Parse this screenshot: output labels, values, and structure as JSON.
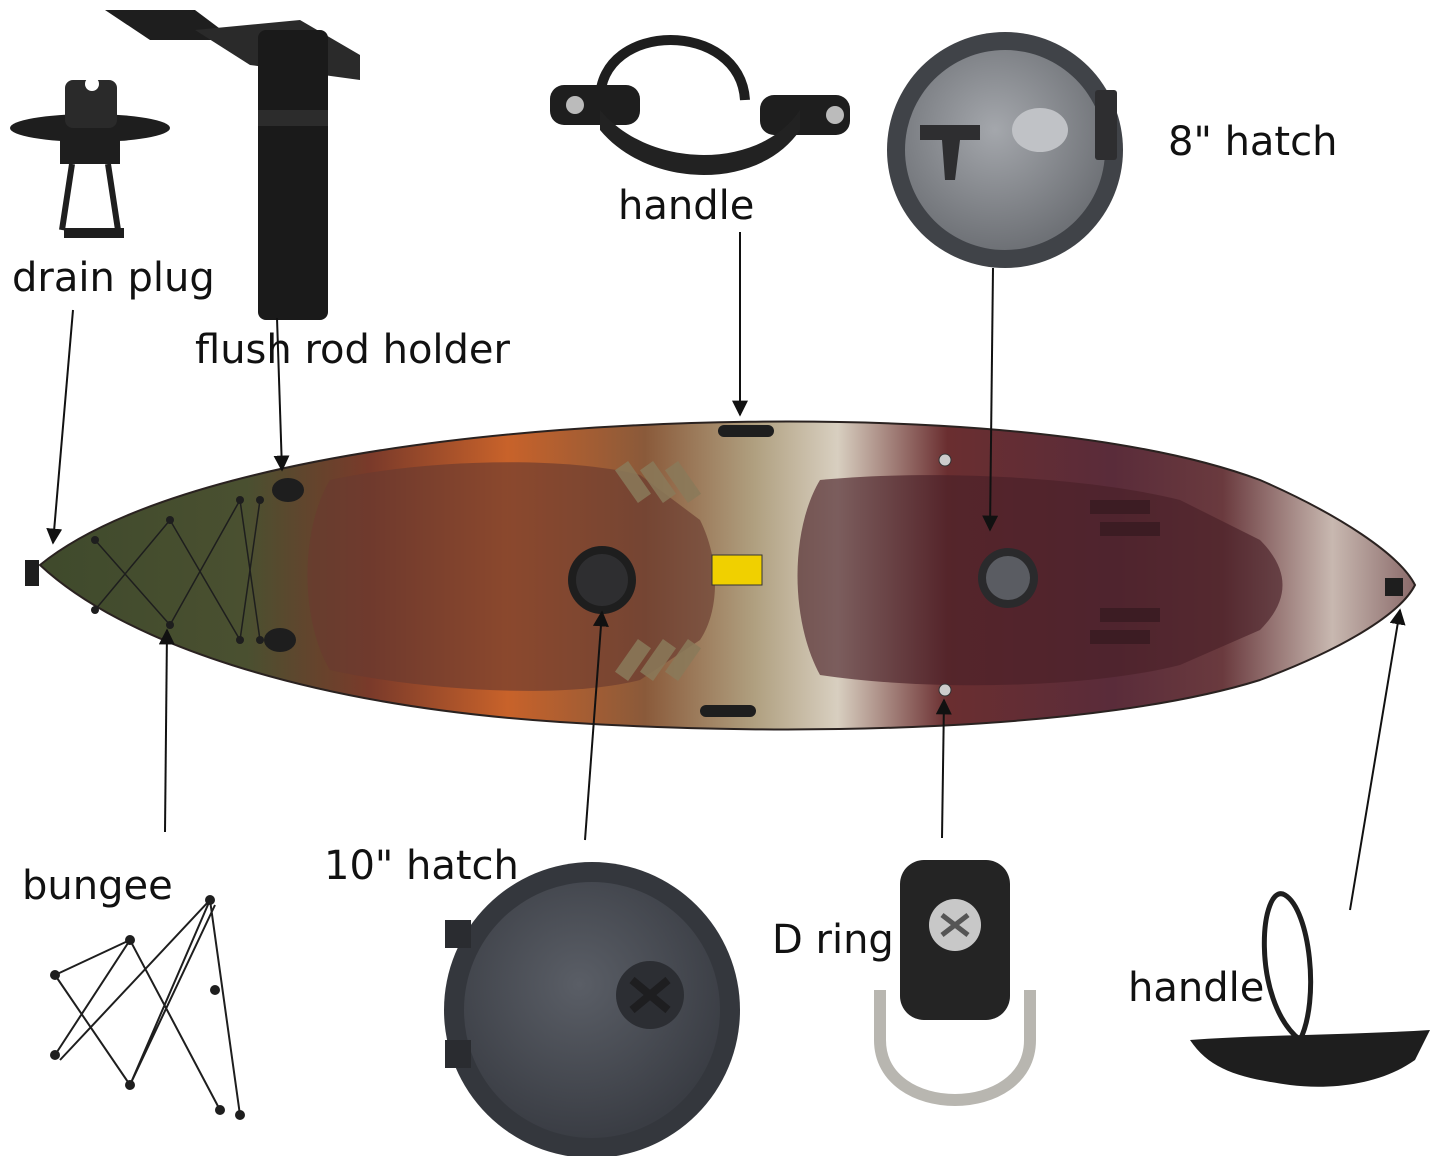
{
  "labels": {
    "drain_plug": "drain plug",
    "flush_rod_holder": "flush rod holder",
    "handle_top": "handle",
    "hatch_8": "8\" hatch",
    "bungee": "bungee",
    "hatch_10": "10\" hatch",
    "d_ring": "D ring",
    "handle_bottom": "handle"
  },
  "colors": {
    "hull_green": "#4a5030",
    "hull_orange": "#c8622a",
    "hull_tan": "#a08a6a",
    "hull_maroon": "#6a2e30",
    "hull_plum": "#5a2c3a",
    "hull_cream": "#d8cfc0",
    "part_black": "#1e1e1e",
    "hatch_grey": "#8e9196",
    "arrow": "#111111"
  }
}
